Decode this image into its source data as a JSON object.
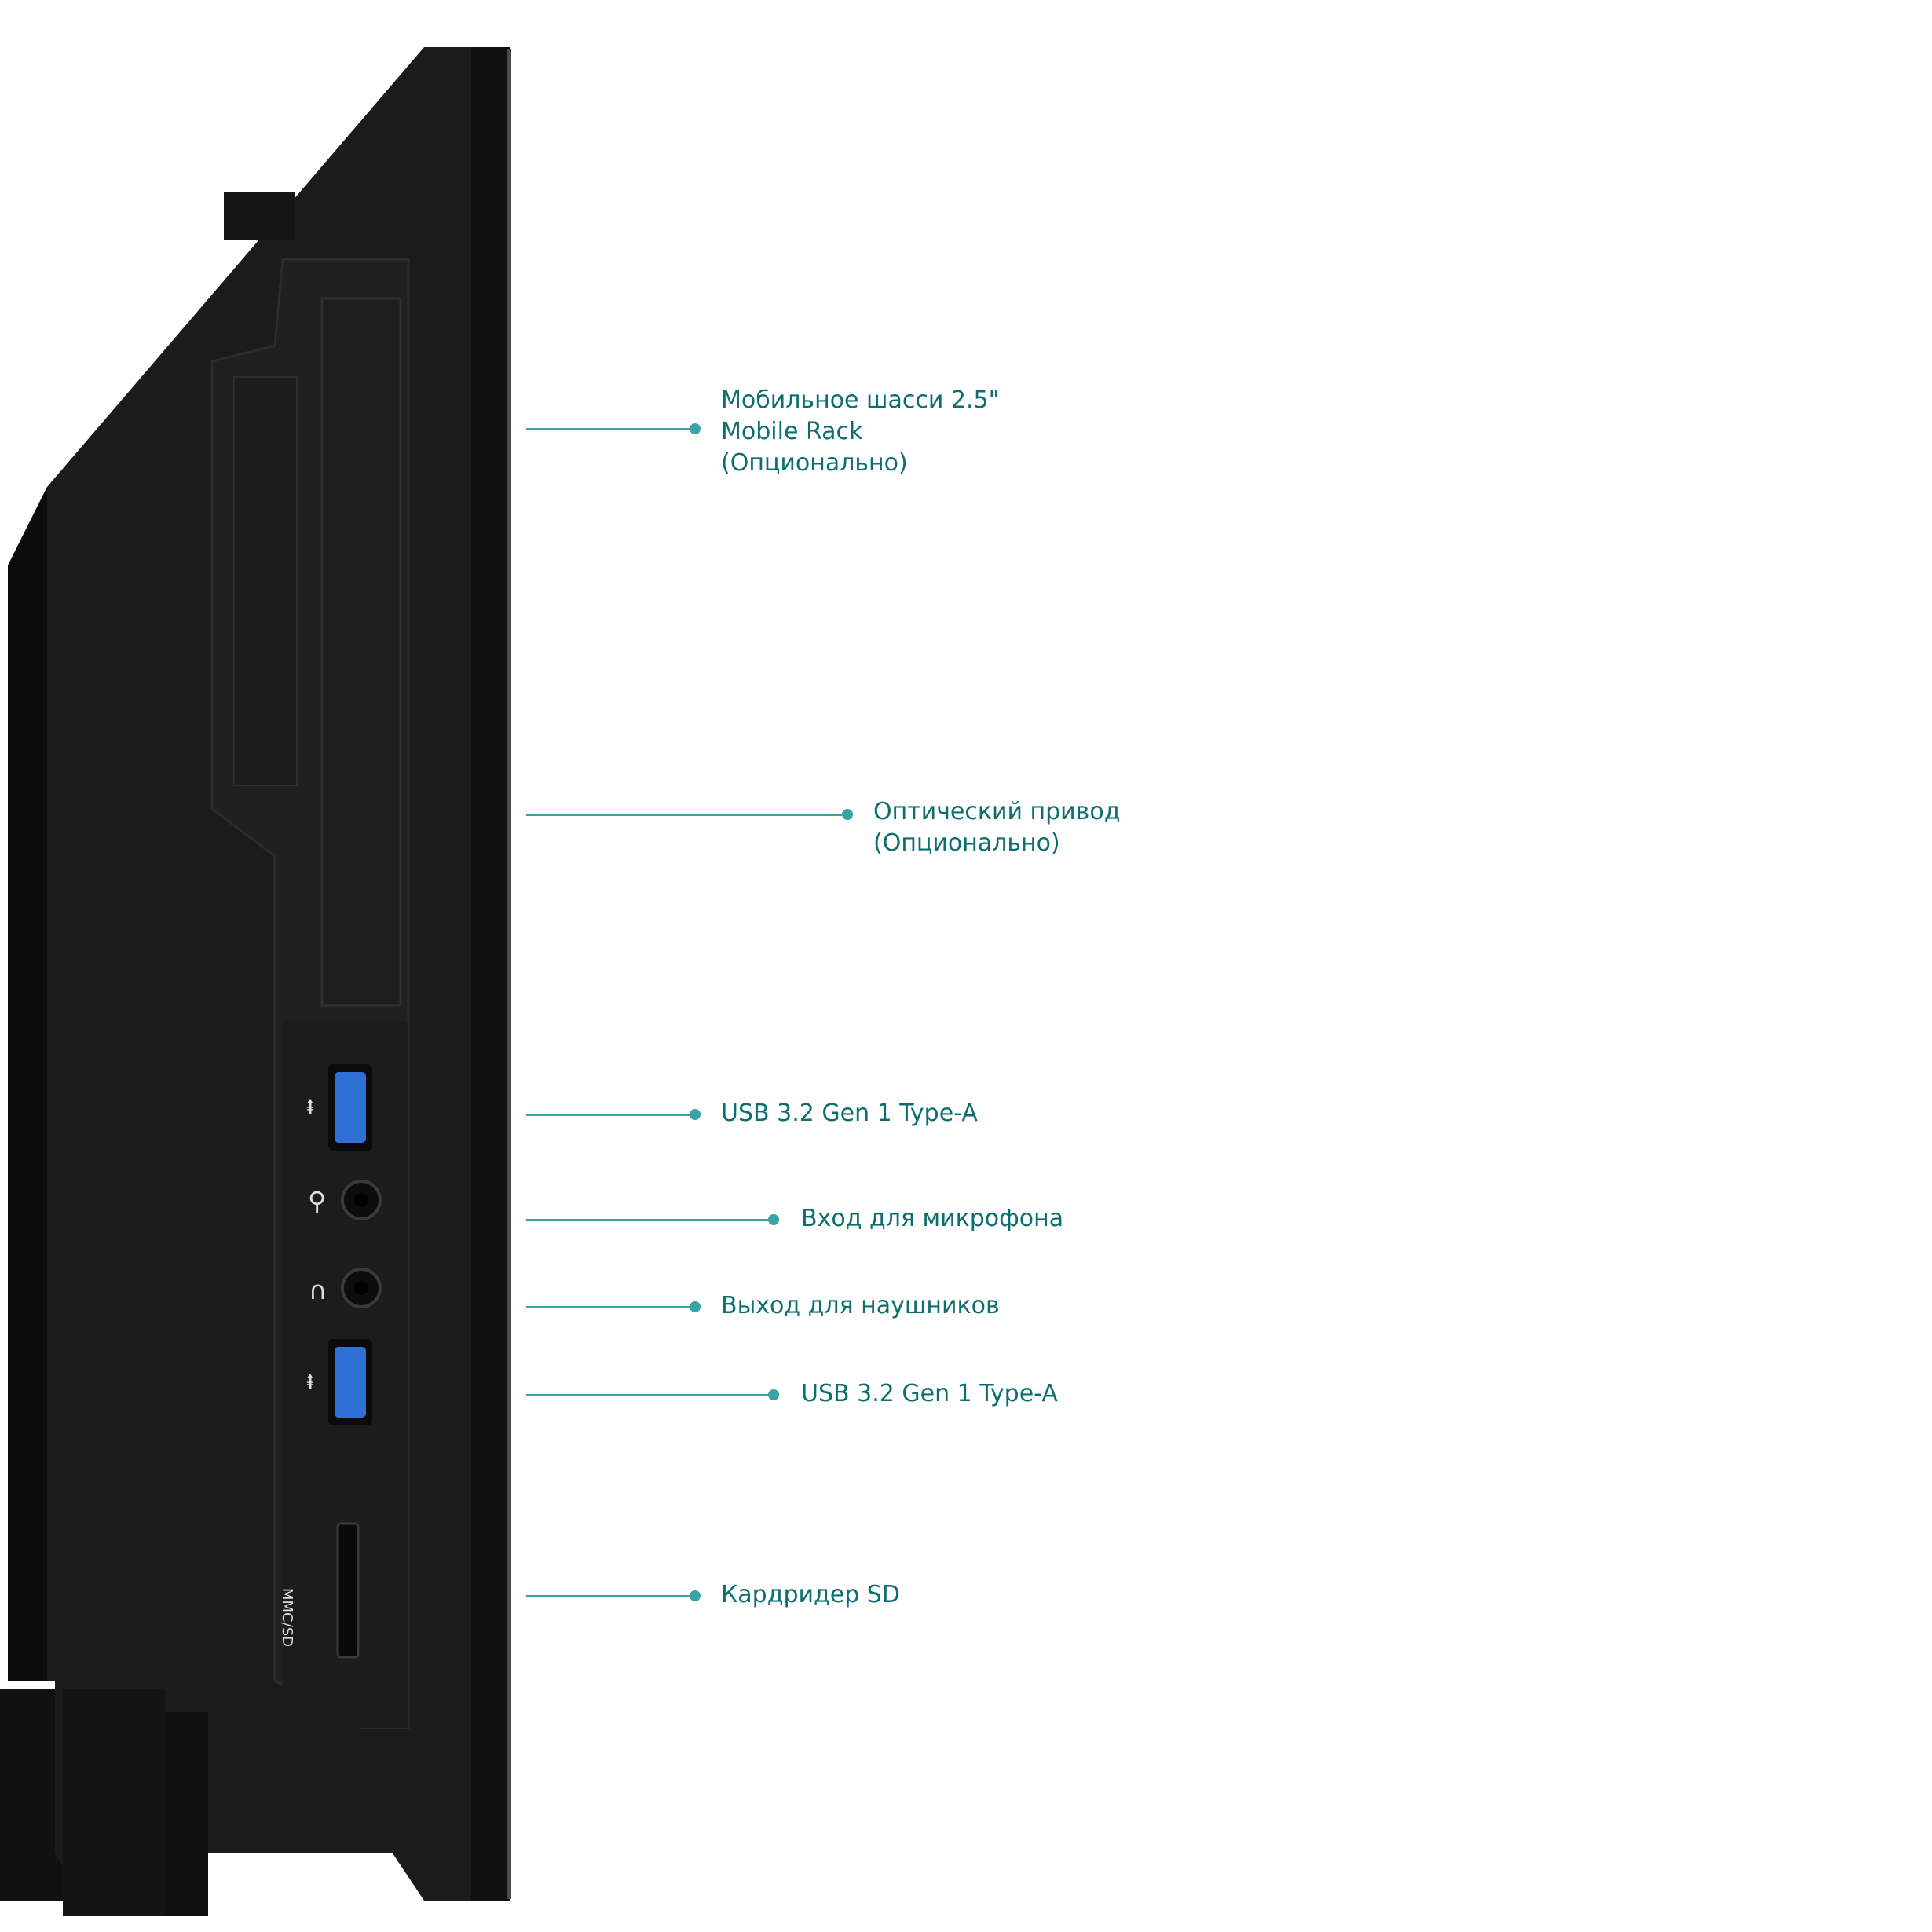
{
  "colors": {
    "accent": "#3aa3a3",
    "label_text": "#0d6e70",
    "case_body": "#1a1a1a",
    "usb_blue": "#2f6fd6"
  },
  "device": {
    "port_icons": [
      "usb-icon",
      "microphone-icon",
      "headphones-icon",
      "usb-icon"
    ],
    "card_slot_text": "MMC/SD"
  },
  "callouts": {
    "mobile_rack": {
      "line1": "Мобильное шасси 2.5\"",
      "line2": "Mobile Rack",
      "line3": "(Опционально)"
    },
    "optical_drive": {
      "line1": "Оптический привод",
      "line2": "(Опционально)"
    },
    "usb_top": {
      "line1": "USB 3.2 Gen 1 Type-A"
    },
    "mic_in": {
      "line1": "Вход для микрофона"
    },
    "headphones_out": {
      "line1": "Выход для наушников"
    },
    "usb_bottom": {
      "line1": "USB 3.2 Gen 1 Type-A"
    },
    "card_reader": {
      "line1": "Кардридер SD"
    }
  }
}
